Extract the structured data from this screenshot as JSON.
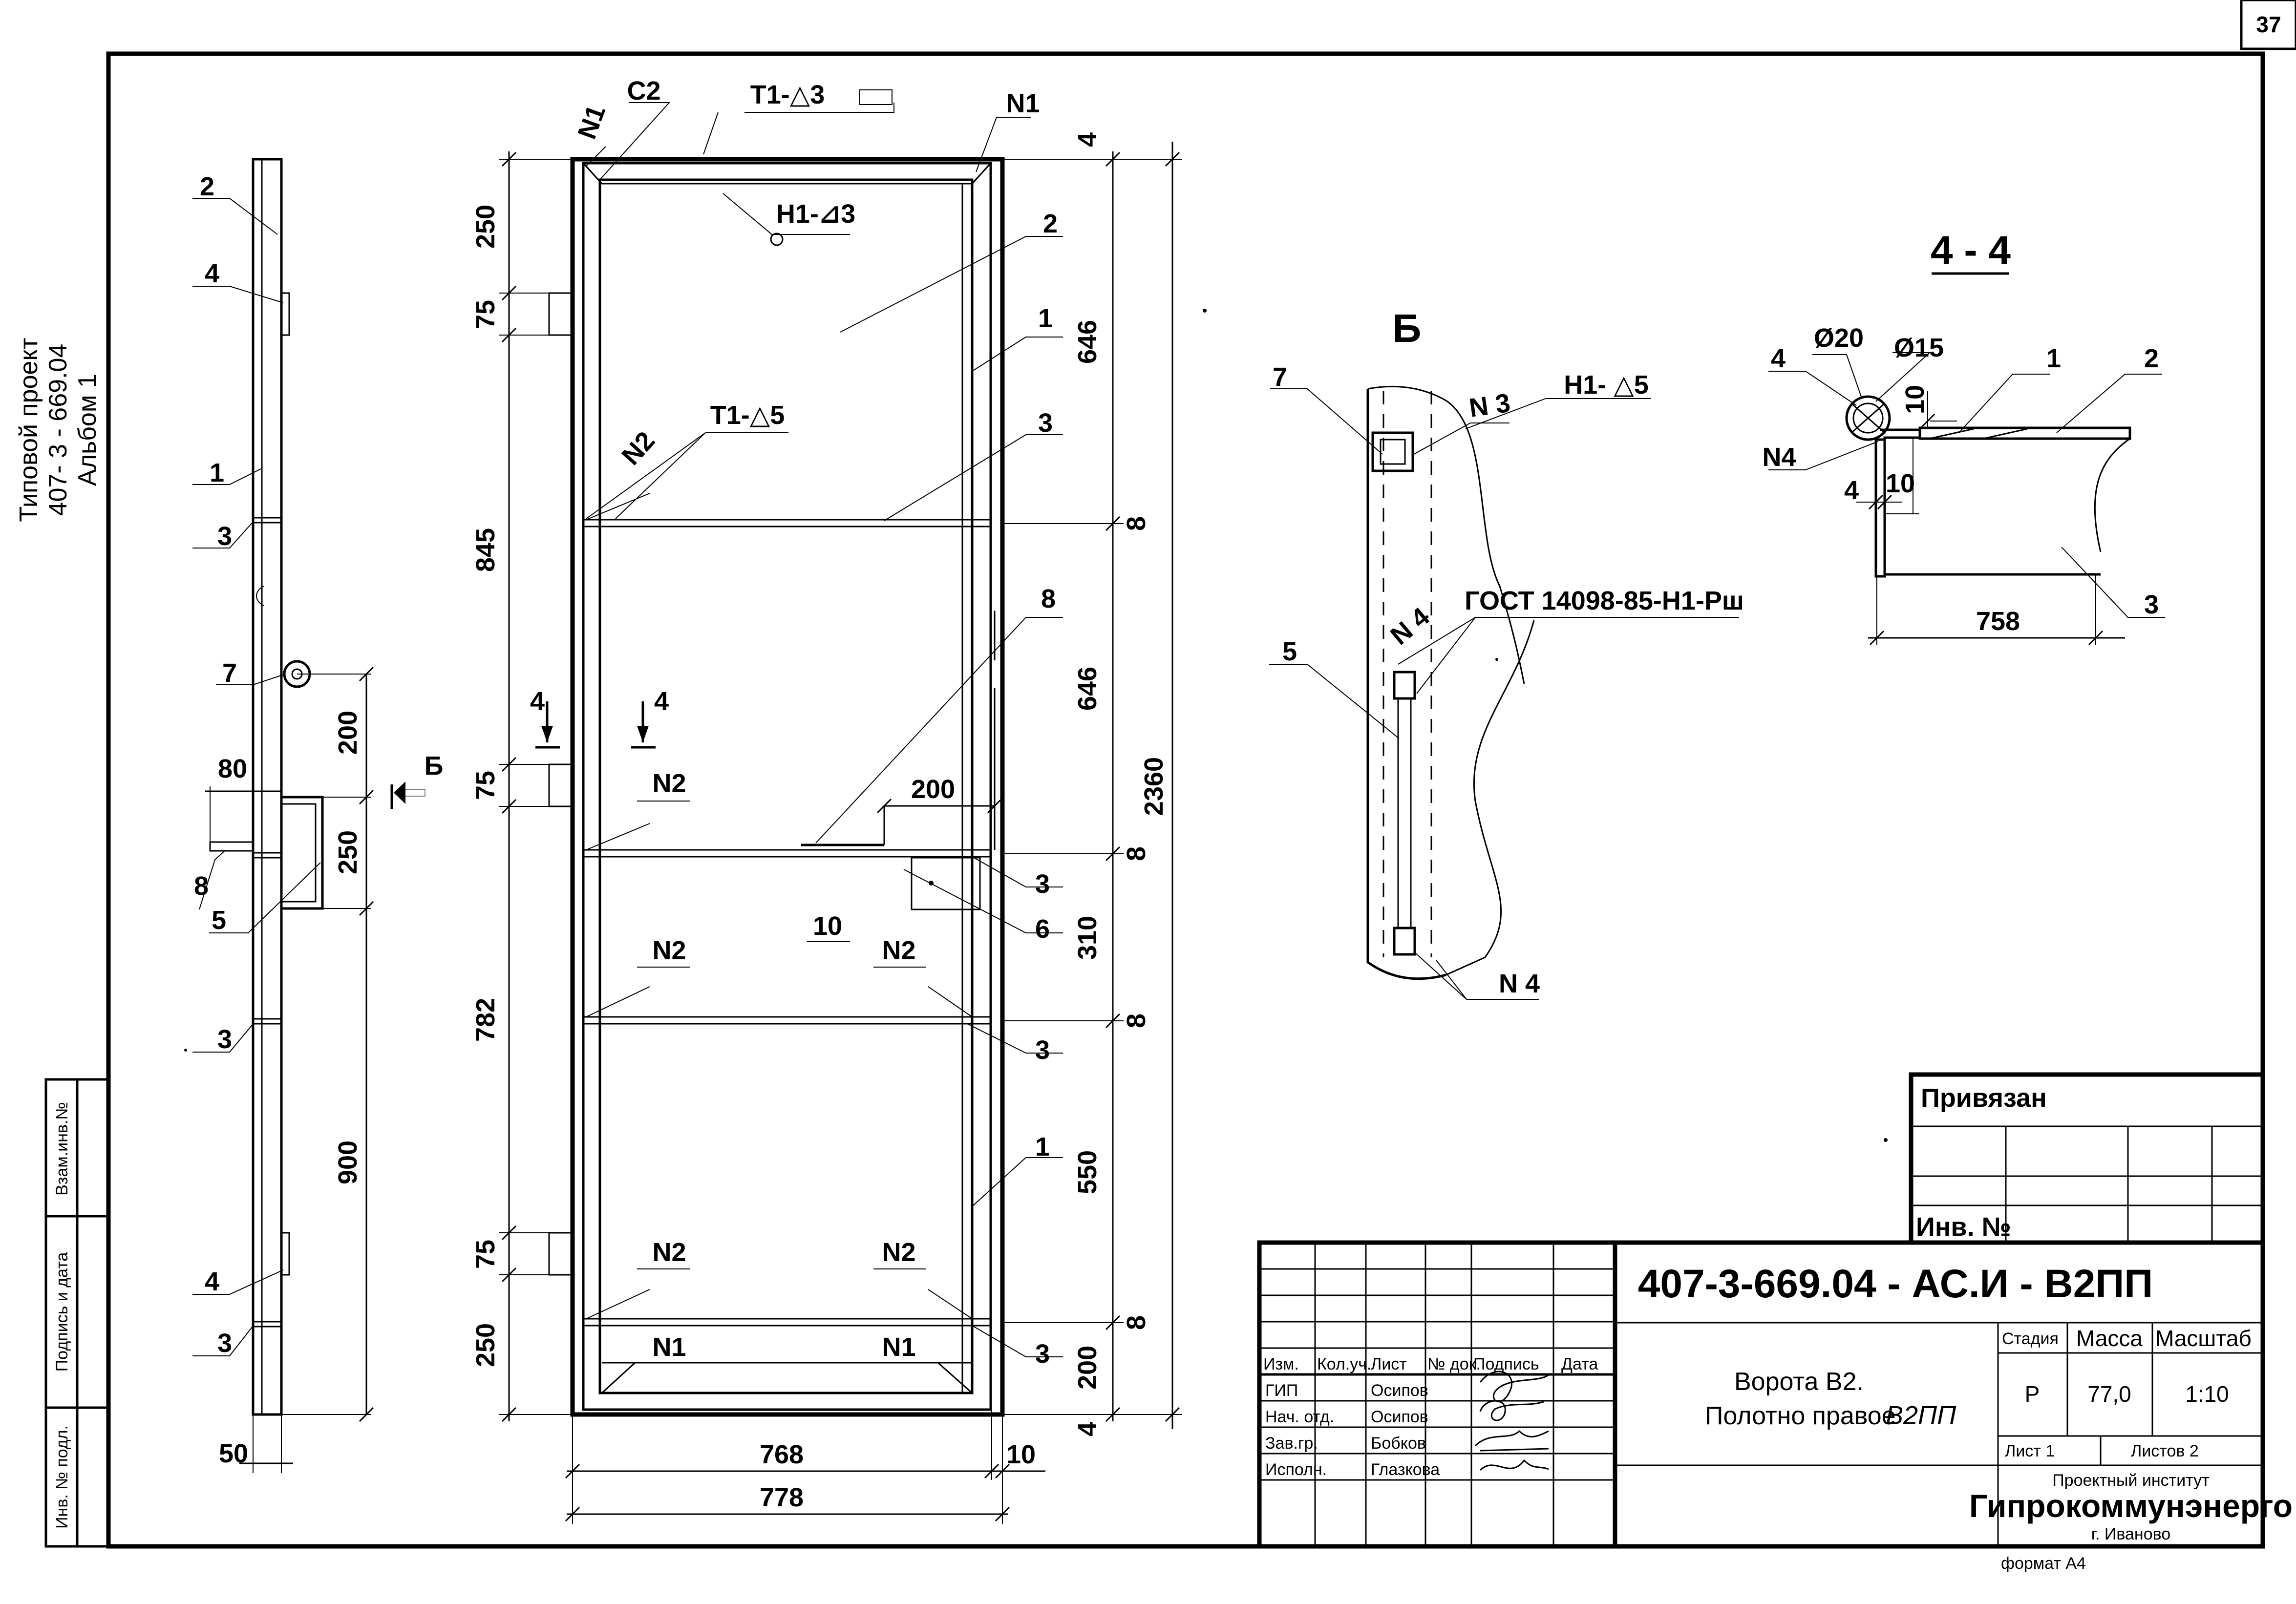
{
  "page": {
    "number": "37"
  },
  "project_stamp": {
    "line1": "Типовой проект",
    "line2": "407- 3 - 669.04",
    "line3": "Альбом 1"
  },
  "side_stamp": {
    "vzam": "Взам.инв.№",
    "podpis": "Подпись и дата",
    "inv": "Инв. № подл."
  },
  "side_view": {
    "parts": [
      "2",
      "4",
      "1",
      "3",
      "7",
      "8",
      "5",
      "3",
      "4",
      "3"
    ],
    "dims": [
      "80",
      "200",
      "250",
      "900",
      "50"
    ],
    "section_mark": "Б"
  },
  "front_view": {
    "welds": {
      "top_left": "N1",
      "c2": "C2",
      "t1_d3": "T1-△3",
      "top_right": "N1",
      "h1_d3": "H1-⊿3",
      "t1_d5": "T1-△5",
      "n2": "N2",
      "bottom_n1": "N1"
    },
    "part_labels": {
      "p2": "2",
      "p1a": "1",
      "p3a": "3",
      "p8": "8",
      "p3b": "3",
      "p6": "6",
      "p10": "10",
      "p3c": "3",
      "p1b": "1",
      "p3d": "3"
    },
    "left_dims": [
      "250",
      "75",
      "845",
      "75",
      "782",
      "75",
      "250"
    ],
    "right_dims": [
      "4",
      "646",
      "8",
      "646",
      "8",
      "310",
      "8",
      "550",
      "8",
      "200",
      "4"
    ],
    "overall_height": "2360",
    "dim_200": "200",
    "bottom_dims": {
      "inner": "768",
      "edge": "10",
      "outer": "778"
    },
    "section_4": "4"
  },
  "detail_b": {
    "title": "Б",
    "labels": {
      "p7": "7",
      "n3": "N 3",
      "h1": "H1- △5",
      "gost": "ГОСТ 14098-85-Н1-Рш",
      "n4a": "N 4",
      "p5": "5",
      "n4b": "N 4"
    }
  },
  "section_44": {
    "title": "4 - 4",
    "labels": {
      "d20": "Ø20",
      "d15": "Ø15",
      "p4": "4",
      "p1": "1",
      "p2": "2",
      "dim10a": "10",
      "n4": "N4",
      "dim4": "4",
      "dim10b": "10",
      "dim758": "758",
      "p3": "3"
    }
  },
  "title_block": {
    "privyazan": "Привязан",
    "inv_no": "Инв. №",
    "code": "407-3-669.04 - АС.И - В2ПП",
    "table_head": [
      "Изм.",
      "Кол.уч.",
      "Лист",
      "№ док.",
      "Подпись",
      "Дата"
    ],
    "signers": [
      {
        "role": "ГИП",
        "name": "Осипов"
      },
      {
        "role": "Нач. отд.",
        "name": "Осипов"
      },
      {
        "role": "Зав.гр.",
        "name": "Бобков"
      },
      {
        "role": "Исполн.",
        "name": "Глазкова"
      }
    ],
    "item_title_1": "Ворота В2.",
    "item_title_2": "Полотно правое",
    "item_mark": "В2ПП",
    "stage_label": "Стадия",
    "mass_label": "Масса",
    "scale_label": "Масштаб",
    "stage": "Р",
    "mass": "77,0",
    "scale": "1:10",
    "sheet_label": "Лист 1",
    "sheets_label": "Листов 2",
    "org_line1": "Проектный институт",
    "org_name": "Гипрокоммунэнерго",
    "org_city": "г. Иваново",
    "format": "формат А4"
  }
}
